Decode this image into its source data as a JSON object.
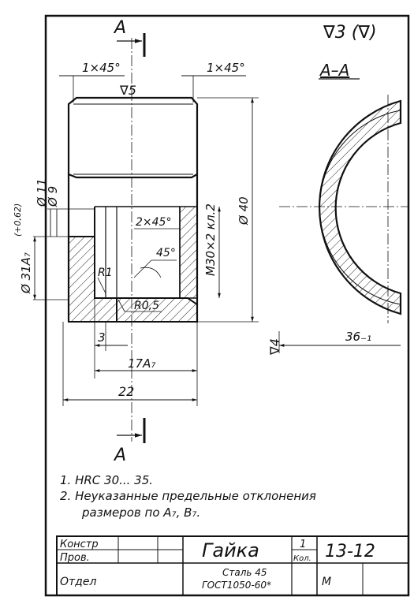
{
  "section_marker": "A",
  "section_title": "A–A",
  "surface_finish_general": "∇3 (∇)",
  "surface_finish_top": "∇5",
  "surface_finish_side": "∇4",
  "dims": {
    "chamfer_left": "1×45°",
    "chamfer_right": "1×45°",
    "d11": "Ø 11",
    "d9": "Ø 9",
    "d31": "Ø 31A₇",
    "d31_tol": "(+0,62)",
    "d40": "Ø 40",
    "thread": "M30×2 кл.2",
    "chamfer_inner": "2×45°",
    "angle45": "45°",
    "r1": "R1",
    "r05": "R0,5",
    "w3": "3",
    "w17": "17A₇",
    "w22": "22",
    "w36": "36₋₁"
  },
  "notes": [
    "1.  HRC 30... 35.",
    "2.  Неуказанные предельные отклонения",
    "размеров по A₇, B₇."
  ],
  "title_block": {
    "row1_role": "Констр",
    "row2_role": "Пров.",
    "row3_role": "Отдел",
    "part_name": "Гайка",
    "qty": "1",
    "qty_label": "Кол.",
    "drawing_no": "13-12",
    "material_line1": "Сталь 45",
    "material_line2": "ГОСТ1050-60*",
    "scale_label": "М"
  }
}
